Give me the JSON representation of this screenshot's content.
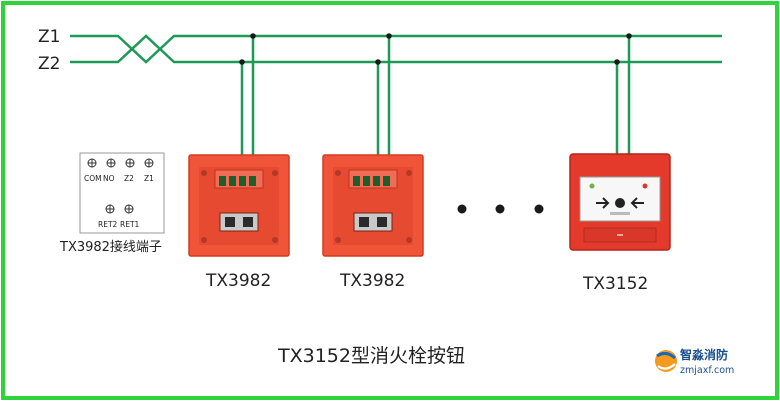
{
  "bus": {
    "z1": "Z1",
    "z2": "Z2"
  },
  "terminal": {
    "top_labels": [
      "COM",
      "NO",
      "Z2",
      "Z1"
    ],
    "bottom_labels": [
      "RET2",
      "RET1"
    ],
    "caption": "TX3982接线端子"
  },
  "devices": [
    {
      "model": "TX3982"
    },
    {
      "model": "TX3982"
    },
    {
      "model": "TX3152"
    }
  ],
  "ellipsis": "• • •",
  "title": "TX3152型消火栓按钮",
  "watermark": {
    "brand": "智淼消防",
    "url": "zmjaxf.com"
  },
  "colors": {
    "border": "#2fd33a",
    "wire": "#1e9a57",
    "device_red": "#f0553a",
    "device_red_dark": "#d63a22",
    "button_red": "#e33a2c"
  }
}
